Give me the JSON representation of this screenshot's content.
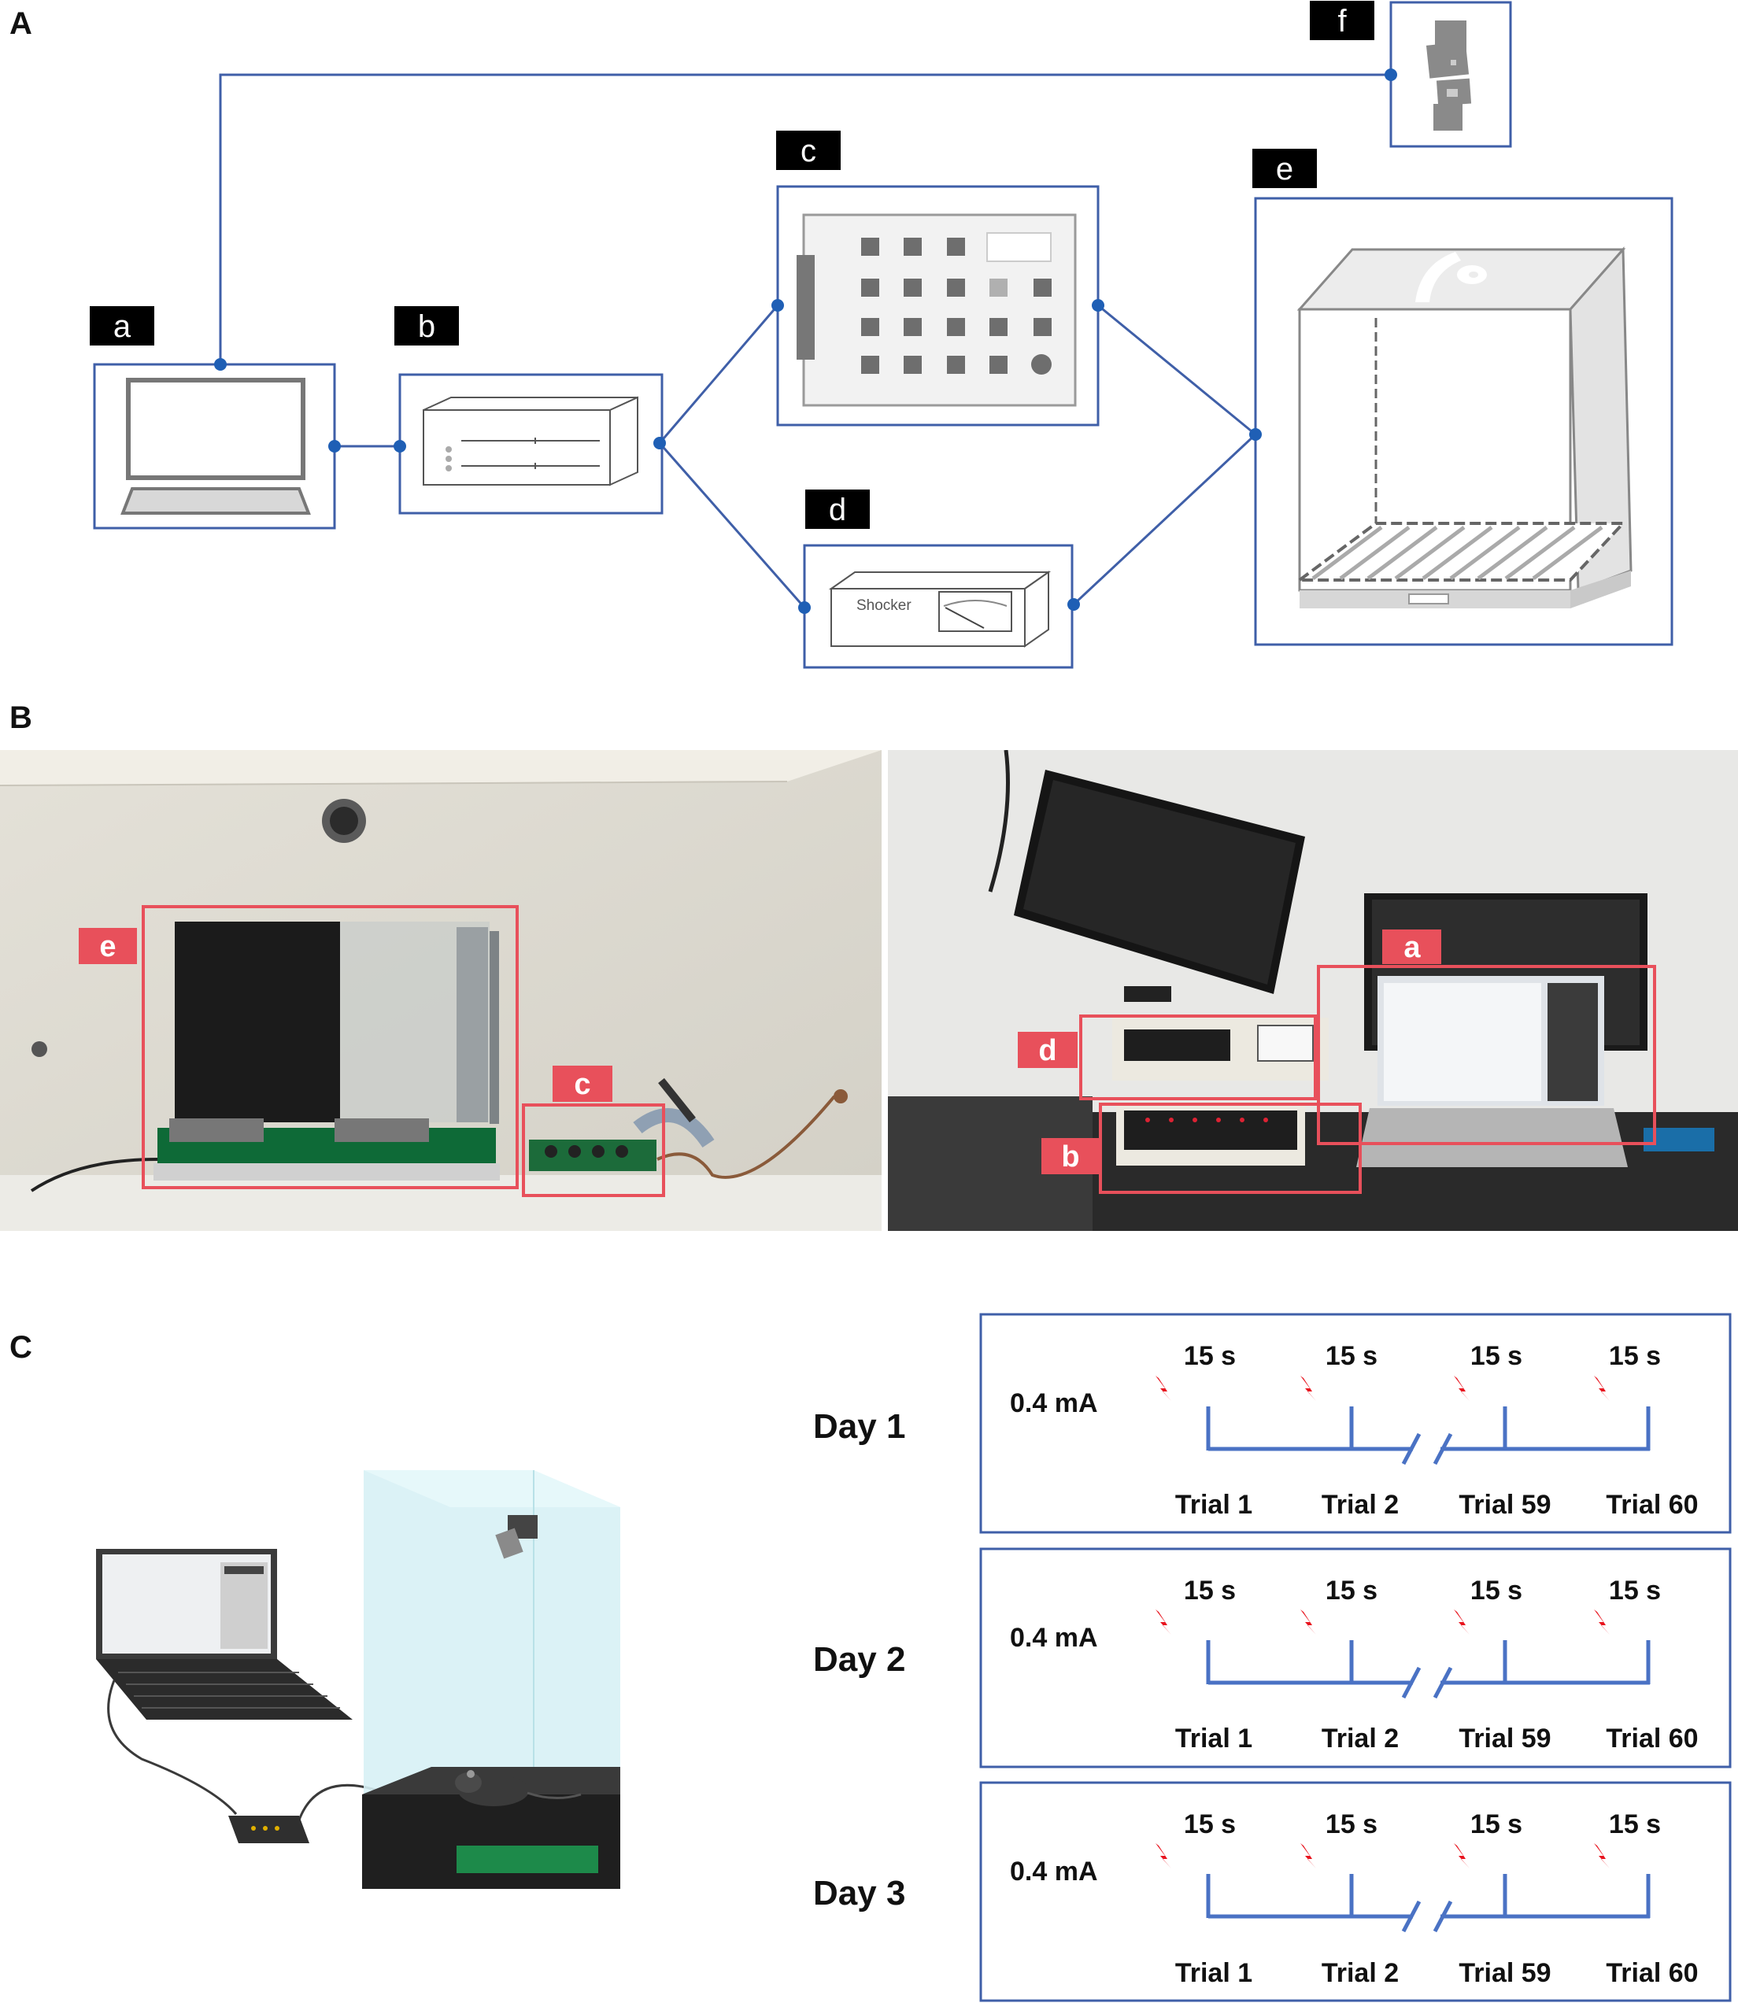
{
  "figure": {
    "panel_letters": {
      "a": "A",
      "b": "B",
      "c": "C"
    },
    "schematic": {
      "labels": {
        "a": "a",
        "b": "b",
        "c": "c",
        "d": "d",
        "e": "e",
        "f": "f"
      },
      "shocker_text": "Shocker"
    },
    "photo_labels": {
      "e": "e",
      "c": "c",
      "a": "a",
      "d": "d",
      "b": "b"
    },
    "protocol": {
      "current": "0.4 mA",
      "interval": "15 s",
      "days": [
        "Day 1",
        "Day 2",
        "Day 3"
      ],
      "trials": [
        "Trial 1",
        "Trial 2",
        "Trial 59",
        "Trial 60"
      ]
    }
  },
  "colors": {
    "line_blue": "#3f5fa8",
    "node_blue": "#1f5fb5",
    "timeline_blue": "#4a72c4",
    "label_black": "#000000",
    "photo_box_red": "#e8505b",
    "bolt_red": "#e8141e"
  }
}
